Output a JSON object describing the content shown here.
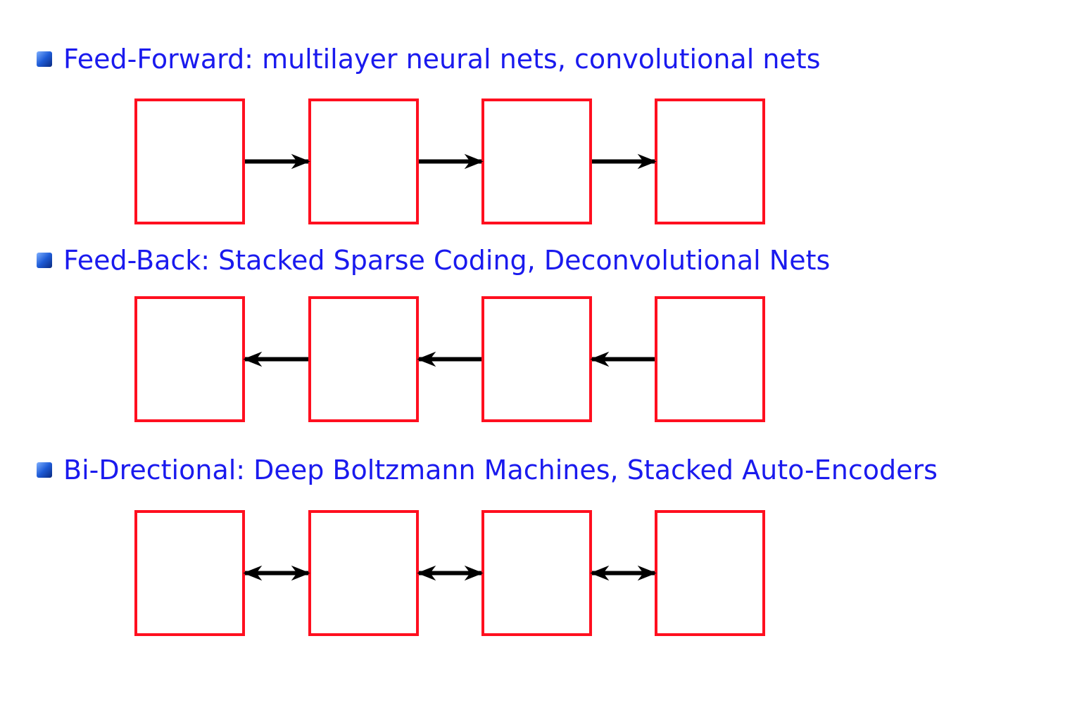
{
  "colors": {
    "heading_text": "#1a1aee",
    "box_stroke": "#ff0f1f",
    "arrow": "#000000",
    "bullet": "#1e5bd6"
  },
  "sections": [
    {
      "id": "feed-forward",
      "title": "Feed-Forward: multilayer neural nets, convolutional nets",
      "arrow_direction": "right",
      "boxes": 4
    },
    {
      "id": "feed-back",
      "title": "Feed-Back: Stacked Sparse Coding, Deconvolutional Nets",
      "arrow_direction": "left",
      "boxes": 4
    },
    {
      "id": "bi-directional",
      "title": "Bi-Drectional: Deep Boltzmann Machines, Stacked Auto-Encoders",
      "arrow_direction": "both",
      "boxes": 4
    }
  ]
}
